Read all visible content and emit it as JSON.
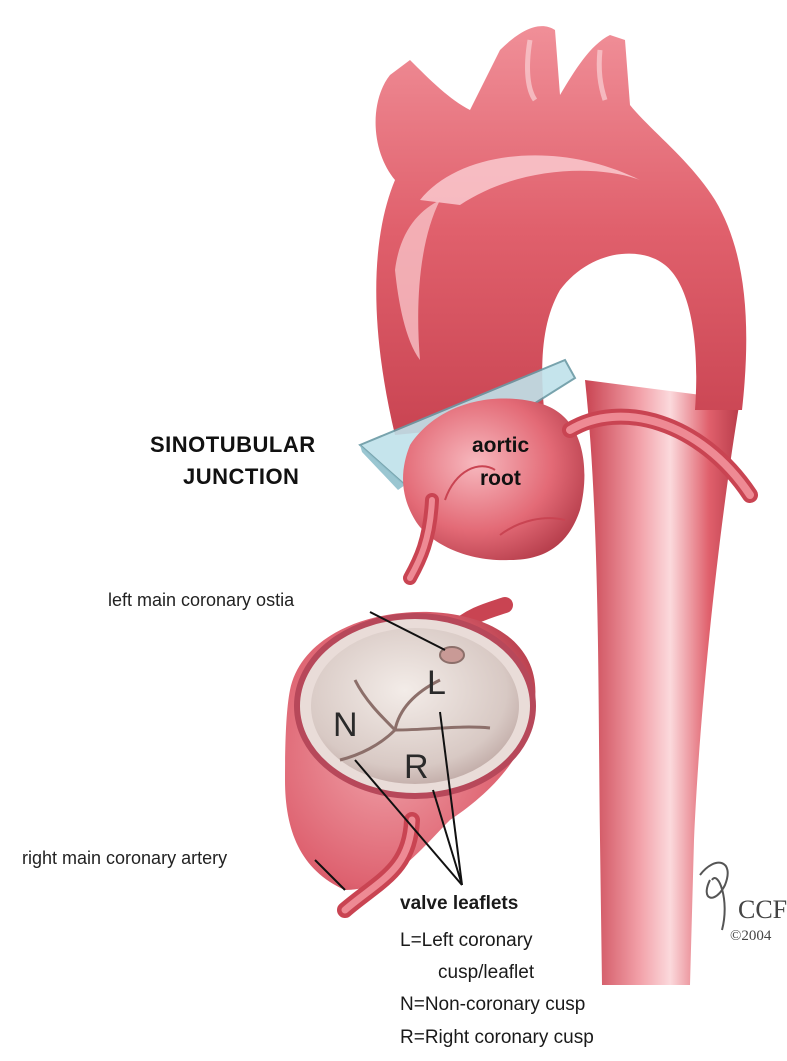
{
  "labels": {
    "sinotubular_line1": "SINOTUBULAR",
    "sinotubular_line2": "JUNCTION",
    "aortic_root_line1": "aortic",
    "aortic_root_line2": "root",
    "left_main_ostia": "left main coronary ostia",
    "right_main_artery": "right main coronary artery",
    "leaflet_L": "L",
    "leaflet_N": "N",
    "leaflet_R": "R"
  },
  "legend": {
    "title": "valve leaflets",
    "line1": "L=Left coronary",
    "line2": "cusp/leaflet",
    "line3": "N=Non-coronary cusp",
    "line4": "R=Right coronary cusp"
  },
  "credit": {
    "org": "CCF",
    "year": "©2004"
  },
  "colors": {
    "aorta": "#e0606c",
    "aorta_light": "#f4a3aa",
    "aorta_dark": "#b83c4a",
    "plane": "#b9dde6",
    "valve_inner": "#ddd0cc"
  }
}
